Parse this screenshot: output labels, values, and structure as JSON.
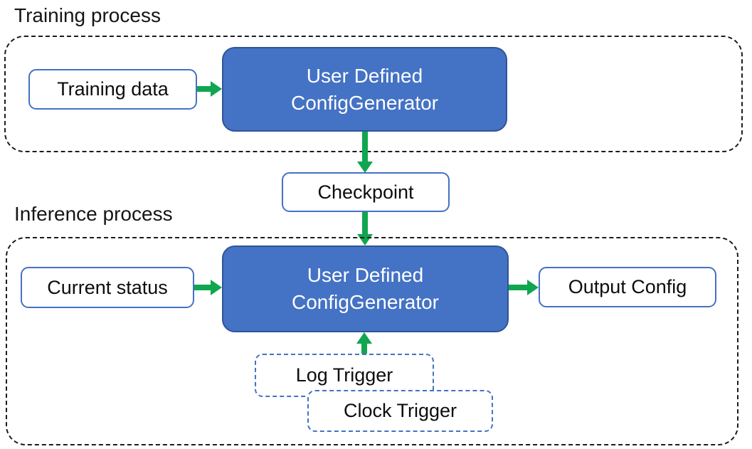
{
  "colors": {
    "box_fill_blue": "#4472C4",
    "box_border_blue": "#2F5597",
    "outline_blue": "#4472C4",
    "arrow_green": "#10A64F",
    "region_dash_black": "#1C1C1C",
    "text_dark": "#151515",
    "text_light": "#FFFFFF"
  },
  "training_section": {
    "title": "Training process",
    "training_data_label": "Training data",
    "generator": {
      "line1": "User Defined",
      "line2": "ConfigGenerator"
    }
  },
  "checkpoint_label": "Checkpoint",
  "inference_section": {
    "title": "Inference process",
    "current_status_label": "Current status",
    "generator": {
      "line1": "User Defined",
      "line2": "ConfigGenerator"
    },
    "output_config_label": "Output Config",
    "log_trigger_label": "Log Trigger",
    "clock_trigger_label": "Clock Trigger"
  }
}
